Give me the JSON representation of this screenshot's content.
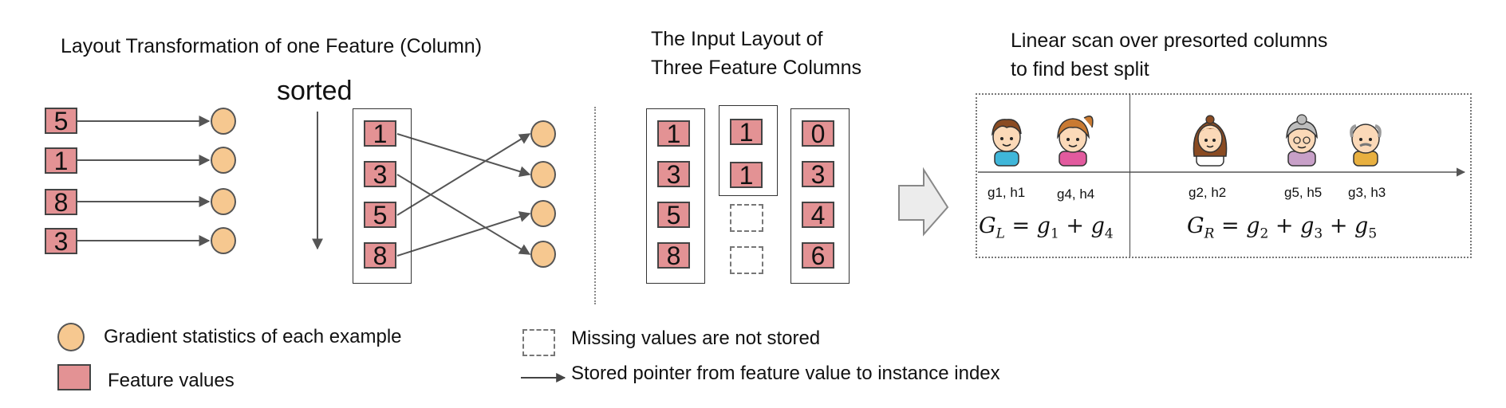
{
  "titles": {
    "layout_transform": "Layout Transformation of one Feature (Column)",
    "input_layout_line1": "The Input Layout of",
    "input_layout_line2": "Three Feature Columns",
    "linear_scan_line1": "Linear scan over presorted columns",
    "linear_scan_line2": "to find best split"
  },
  "sorted_label": "sorted",
  "unsorted_values": [
    "5",
    "1",
    "8",
    "3"
  ],
  "sorted_values": [
    "1",
    "3",
    "5",
    "8"
  ],
  "columns": {
    "col1": [
      "1",
      "3",
      "5",
      "8"
    ],
    "col2": [
      "1",
      "1"
    ],
    "col3": [
      "0",
      "3",
      "4",
      "6"
    ]
  },
  "split": {
    "left_labels": [
      "g1, h1",
      "g4, h4"
    ],
    "right_labels": [
      "g2, h2",
      "g5, h5",
      "g3, h3"
    ],
    "left_formula": {
      "G": "G",
      "sub": "L",
      "eq": " = ",
      "a": "g",
      "a_sub": "1",
      "plus": " + ",
      "b": "g",
      "b_sub": "4"
    },
    "right_formula": {
      "G": "G",
      "sub": "R",
      "eq": " = ",
      "a": "g",
      "a_sub": "2",
      "plus1": " + ",
      "b": "g",
      "b_sub": "3",
      "plus2": " + ",
      "c": "g",
      "c_sub": "5"
    }
  },
  "legend": {
    "gradient": "Gradient statistics of each example",
    "feature": "Feature values",
    "missing": "Missing values are not stored",
    "pointer": "Stored pointer from feature value to instance index"
  },
  "colors": {
    "feature_fill": "#e39294",
    "circle_fill": "#f6c890",
    "arrow": "#555555"
  }
}
